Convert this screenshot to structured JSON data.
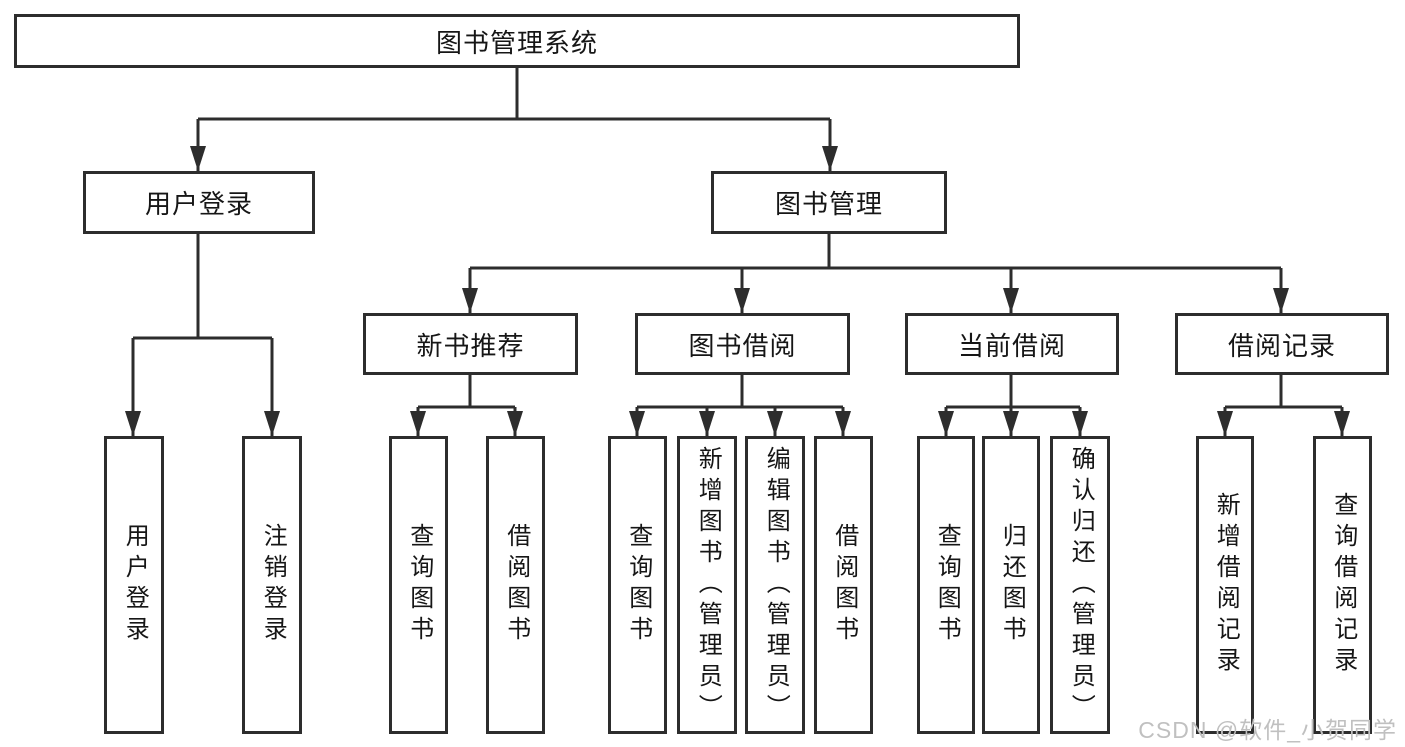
{
  "diagram": {
    "type": "hierarchy-tree",
    "colors": {
      "line": "#2d2d2d",
      "box_border": "#2d2d2d",
      "text": "#161616",
      "background": "#ffffff",
      "watermark": "#c0c0c0"
    },
    "nodes": {
      "root": {
        "label": "图书管理系统"
      },
      "user_login": {
        "label": "用户登录"
      },
      "book_management": {
        "label": "图书管理"
      },
      "new_book_recommend": {
        "label": "新书推荐"
      },
      "book_borrowing": {
        "label": "图书借阅"
      },
      "current_borrowing": {
        "label": "当前借阅"
      },
      "borrowing_records": {
        "label": "借阅记录"
      },
      "leaves": {
        "user_login_leaf": {
          "label": "用户登录"
        },
        "logout": {
          "label": "注销登录"
        },
        "query_books_recommend": {
          "label": "查询图书"
        },
        "borrow_books_recommend": {
          "label": "借阅图书"
        },
        "query_books_borrowing": {
          "label": "查询图书"
        },
        "add_books_admin": {
          "label": "新增图书（管理员）"
        },
        "edit_books_admin": {
          "label": "编辑图书（管理员）"
        },
        "borrow_books_borrowing": {
          "label": "借阅图书"
        },
        "query_books_current": {
          "label": "查询图书"
        },
        "return_books": {
          "label": "归还图书"
        },
        "confirm_return_admin": {
          "label": "确认归还（管理员）"
        },
        "add_borrow_record": {
          "label": "新增借阅记录"
        },
        "query_borrow_record": {
          "label": "查询借阅记录"
        }
      }
    },
    "tree": {
      "root": [
        "user_login",
        "book_management"
      ],
      "user_login": [
        "user_login_leaf",
        "logout"
      ],
      "book_management": [
        "new_book_recommend",
        "book_borrowing",
        "current_borrowing",
        "borrowing_records"
      ],
      "new_book_recommend": [
        "query_books_recommend",
        "borrow_books_recommend"
      ],
      "book_borrowing": [
        "query_books_borrowing",
        "add_books_admin",
        "edit_books_admin",
        "borrow_books_borrowing"
      ],
      "current_borrowing": [
        "query_books_current",
        "return_books",
        "confirm_return_admin"
      ],
      "borrowing_records": [
        "add_borrow_record",
        "query_borrow_record"
      ]
    }
  },
  "watermark": {
    "text": "CSDN @软件_小贺同学"
  }
}
